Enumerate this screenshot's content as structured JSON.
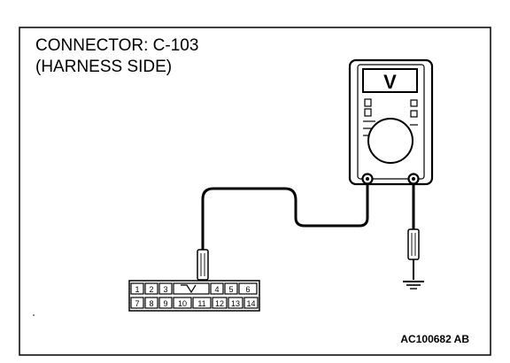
{
  "header": {
    "line1": "CONNECTOR: C-103",
    "line2": "(HARNESS SIDE)"
  },
  "meter": {
    "display_symbol": "V"
  },
  "connector": {
    "top_row": [
      "1",
      "2",
      "3",
      "",
      "4",
      "5",
      "6"
    ],
    "bottom_row": [
      "7",
      "8",
      "9",
      "10",
      "11",
      "12",
      "13",
      "14"
    ]
  },
  "footer": {
    "code": "AC100682 AB"
  }
}
